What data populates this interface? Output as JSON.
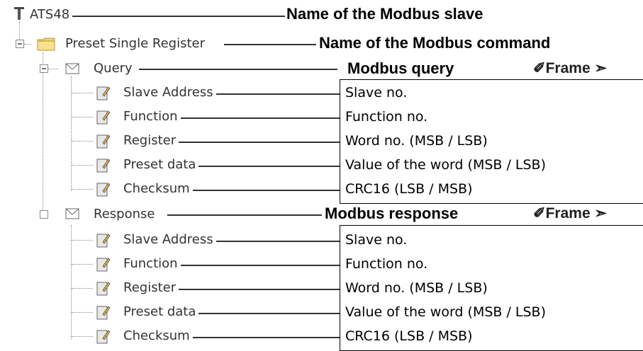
{
  "root": {
    "label": "ATS48",
    "annotation": "Name of the Modbus slave",
    "icon": "device-icon"
  },
  "command": {
    "label": "Preset Single Register",
    "annotation": "Name of the Modbus command",
    "icon": "folder-icon"
  },
  "query": {
    "label": "Query",
    "annotation": "Modbus query",
    "frame": "Frame",
    "icon": "envelope-icon",
    "items": [
      {
        "label": "Slave Address",
        "desc": "Slave no."
      },
      {
        "label": "Function",
        "desc": "Function no."
      },
      {
        "label": "Register",
        "desc": "Word no. (MSB / LSB)"
      },
      {
        "label": "Preset data",
        "desc": "Value of the word (MSB / LSB)"
      },
      {
        "label": "Checksum",
        "desc": "CRC16 (LSB / MSB)"
      }
    ]
  },
  "response": {
    "label": "Response",
    "annotation": "Modbus response",
    "frame": "Frame",
    "icon": "envelope-icon",
    "items": [
      {
        "label": "Slave Address",
        "desc": "Slave no."
      },
      {
        "label": "Function",
        "desc": "Function no."
      },
      {
        "label": "Register",
        "desc": "Word no. (MSB / LSB)"
      },
      {
        "label": "Preset data",
        "desc": "Value of the word (MSB / LSB)"
      },
      {
        "label": "Checksum",
        "desc": "CRC16 (LSB / MSB)"
      }
    ]
  },
  "colors": {
    "folder": "#f3d36a",
    "line": "#333333",
    "dots": "#888888"
  }
}
